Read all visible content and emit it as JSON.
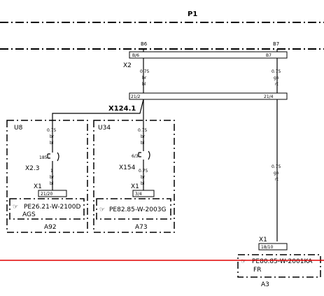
{
  "rail": {
    "label": "P1",
    "pin_left": "B6",
    "pin_right": "B7"
  },
  "x2": {
    "label": "X2",
    "pin_left": "B/6",
    "pin_right": "B7",
    "wire_left": [
      "0.75",
      "br",
      "bl"
    ],
    "wire_right": [
      "0.75",
      "gn",
      "rt"
    ]
  },
  "x124": {
    "label": "X124.1",
    "pin_left": "21/2",
    "pin_right": "21/4"
  },
  "u8": {
    "label": "U8",
    "wire_top": [
      "0.75",
      "br",
      "bl"
    ],
    "conn_pin": "185",
    "conn_label": "X2.3",
    "wire_mid": [
      "1",
      "br",
      "bl"
    ],
    "x1_label": "X1",
    "x1_pin": "21/20",
    "ref": "PE26.21-W-2100D",
    "device": "AGS",
    "footer": "A92"
  },
  "u34": {
    "label": "U34",
    "wire_top": [
      "0.75",
      "br",
      "bl"
    ],
    "conn_pin": "6/3",
    "conn_label": "X154",
    "wire_mid": [
      "0.75",
      "br",
      "bl"
    ],
    "x1_label": "X1",
    "x1_pin": "3/4",
    "ref": "PE82.85-W-2003G",
    "footer": "A73"
  },
  "a3": {
    "wire": [
      "0.75",
      "gn",
      "rt"
    ],
    "x1_label": "X1",
    "x1_pin": "18/10",
    "ref": "PE80.85-W-2001KA",
    "device": "FR",
    "footer": "A3"
  },
  "colors": {
    "ink": "#000000",
    "marker": "#e00000"
  }
}
